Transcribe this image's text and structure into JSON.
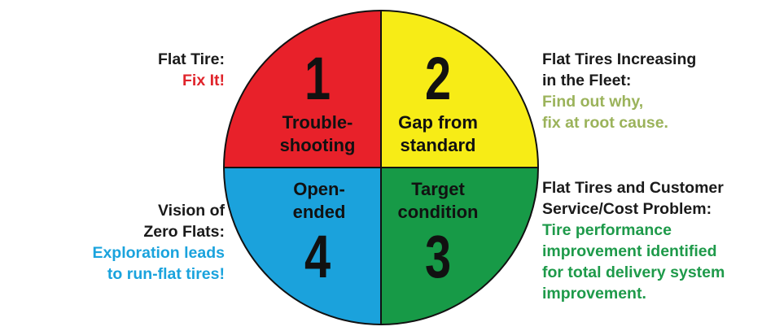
{
  "colors": {
    "q1": "#e8212a",
    "q2": "#f7ec16",
    "q3": "#179a47",
    "q4": "#1ba2dc",
    "outline": "#111111",
    "text_dark": "#1a1a1a",
    "accent_red": "#e0242b",
    "accent_olive": "#9bb35b",
    "accent_green": "#1e9a4a",
    "accent_blue": "#1aa3dd"
  },
  "quadrants": [
    {
      "number": "1",
      "label_lines": [
        "Trouble-",
        "shooting"
      ]
    },
    {
      "number": "2",
      "label_lines": [
        "Gap from",
        "standard"
      ]
    },
    {
      "number": "3",
      "label_lines": [
        "Target",
        "condition"
      ]
    },
    {
      "number": "4",
      "label_lines": [
        "Open-",
        "ended"
      ]
    }
  ],
  "annotations": {
    "q1": {
      "title_lines": [
        "Flat Tire:"
      ],
      "detail_lines": [
        "Fix It!"
      ]
    },
    "q2": {
      "title_lines": [
        "Flat Tires Increasing",
        "in the Fleet:"
      ],
      "detail_lines": [
        "Find out why,",
        "fix at root cause."
      ]
    },
    "q3": {
      "title_lines": [
        "Flat Tires and Customer",
        "Service/Cost Problem:"
      ],
      "detail_lines": [
        "Tire performance",
        "improvement identified",
        "for total delivery system",
        "improvement."
      ]
    },
    "q4": {
      "title_lines": [
        "Vision of",
        "Zero Flats:"
      ],
      "detail_lines": [
        "Exploration leads",
        "to run-flat tires!"
      ]
    }
  }
}
